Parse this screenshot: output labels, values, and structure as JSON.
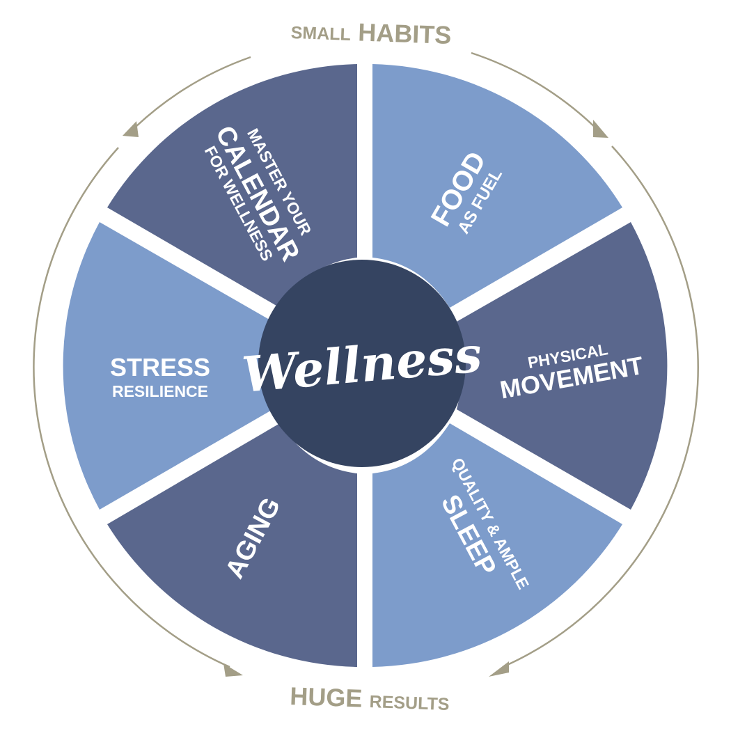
{
  "colors": {
    "light_segment": "#7d9ccb",
    "dark_segment": "#5a678d",
    "center": "#354461",
    "ring": "#a39e87",
    "text": "#ffffff"
  },
  "top_caption": {
    "small": "SMALL",
    "big": "HABITS"
  },
  "bottom_caption": {
    "big": "HUGE",
    "small": "RESULTS"
  },
  "center_label": "Wellness",
  "segments": [
    {
      "key": "food",
      "shade": "light",
      "line1": "FOOD",
      "line2": "AS FUEL"
    },
    {
      "key": "movement",
      "shade": "dark",
      "line1": "PHYSICAL",
      "line2": "MOVEMENT"
    },
    {
      "key": "sleep",
      "shade": "light",
      "line1": "QUALITY & AMPLE",
      "line2": "SLEEP"
    },
    {
      "key": "aging",
      "shade": "dark",
      "line1": "AGING"
    },
    {
      "key": "stress",
      "shade": "light",
      "line1": "STRESS",
      "line2": "RESILIENCE"
    },
    {
      "key": "calendar",
      "shade": "dark",
      "line1": "MASTER YOUR",
      "line2": "CALENDAR",
      "line3": "FOR WELLNESS"
    }
  ]
}
